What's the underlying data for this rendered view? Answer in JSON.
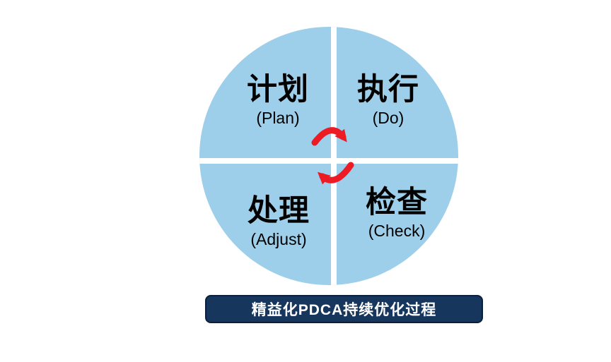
{
  "diagram": {
    "type": "pdca-cycle",
    "quadrants": [
      {
        "id": "plan",
        "zh": "计划",
        "en": "(Plan)"
      },
      {
        "id": "do",
        "zh": "执行",
        "en": "(Do)"
      },
      {
        "id": "check",
        "zh": "检查",
        "en": "(Check)"
      },
      {
        "id": "adjust",
        "zh": "处理",
        "en": "(Adjust)"
      }
    ],
    "caption": "精益化PDCA持续优化过程",
    "colors": {
      "circle_fill": "#9DCFEA",
      "divider": "#FFFFFF",
      "arrow": "#ED1C24",
      "caption_bg": "#17365D",
      "caption_border": "#0B1F3A",
      "caption_text": "#FFFFFF",
      "label_text": "#000000"
    }
  }
}
